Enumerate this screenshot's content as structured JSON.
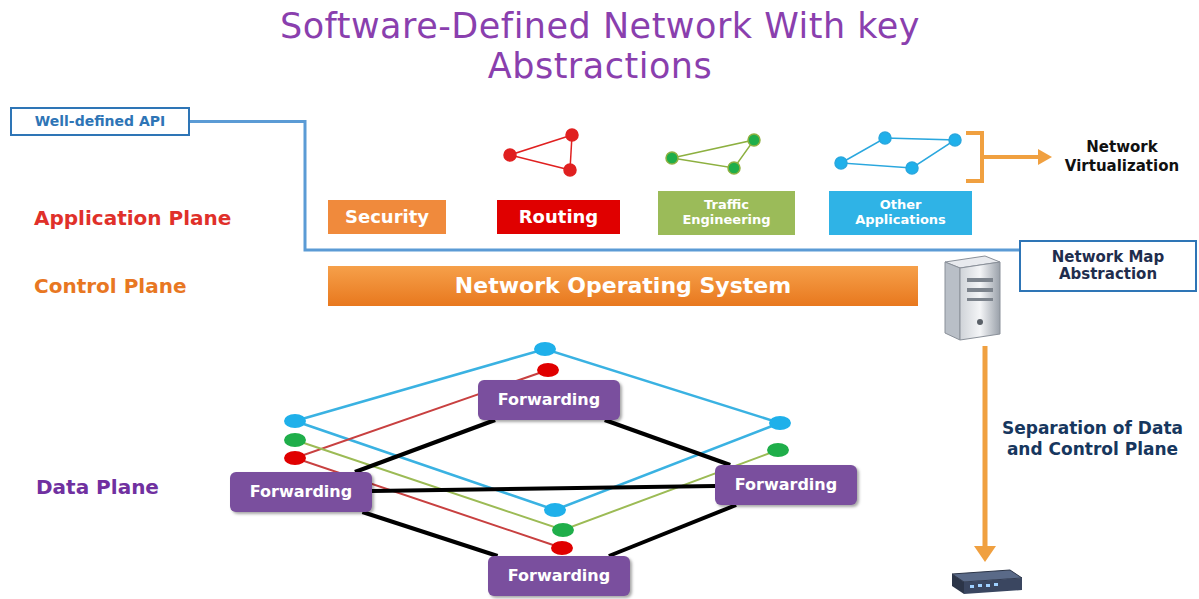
{
  "diagram": {
    "title": "Software-Defined Network With key Abstractions",
    "nodes": [
      {
        "text": [
          "Well-defined API"
        ]
      },
      {
        "text": [
          "Security"
        ]
      },
      {
        "text": [
          "Routing"
        ]
      },
      {
        "text": [
          "Traffic Engineering"
        ]
      },
      {
        "text": [
          "Other Applications"
        ]
      },
      {
        "text": [
          "Network Operating System"
        ]
      },
      {
        "text": [
          "Network Map Abstraction"
        ]
      },
      {
        "text": [
          "Forwarding"
        ]
      },
      {
        "text": [
          "Forwarding"
        ]
      },
      {
        "text": [
          "Forwarding"
        ]
      },
      {
        "text": [
          "Forwarding"
        ]
      }
    ],
    "edges": [
      {
        "from": 0,
        "to": 6,
        "arrow": "none"
      },
      {
        "from": 8,
        "to": 7,
        "arrow": "none"
      },
      {
        "from": 7,
        "to": 9,
        "arrow": "none"
      },
      {
        "from": 8,
        "to": 9,
        "arrow": "none"
      },
      {
        "from": 8,
        "to": 10,
        "arrow": "none"
      },
      {
        "from": 9,
        "to": 10,
        "arrow": "none"
      }
    ],
    "labels": [
      "Network Virtualization",
      "Application Plane",
      "Control Plane",
      "Data Plane",
      "Separation of Data and Control Plane"
    ]
  }
}
